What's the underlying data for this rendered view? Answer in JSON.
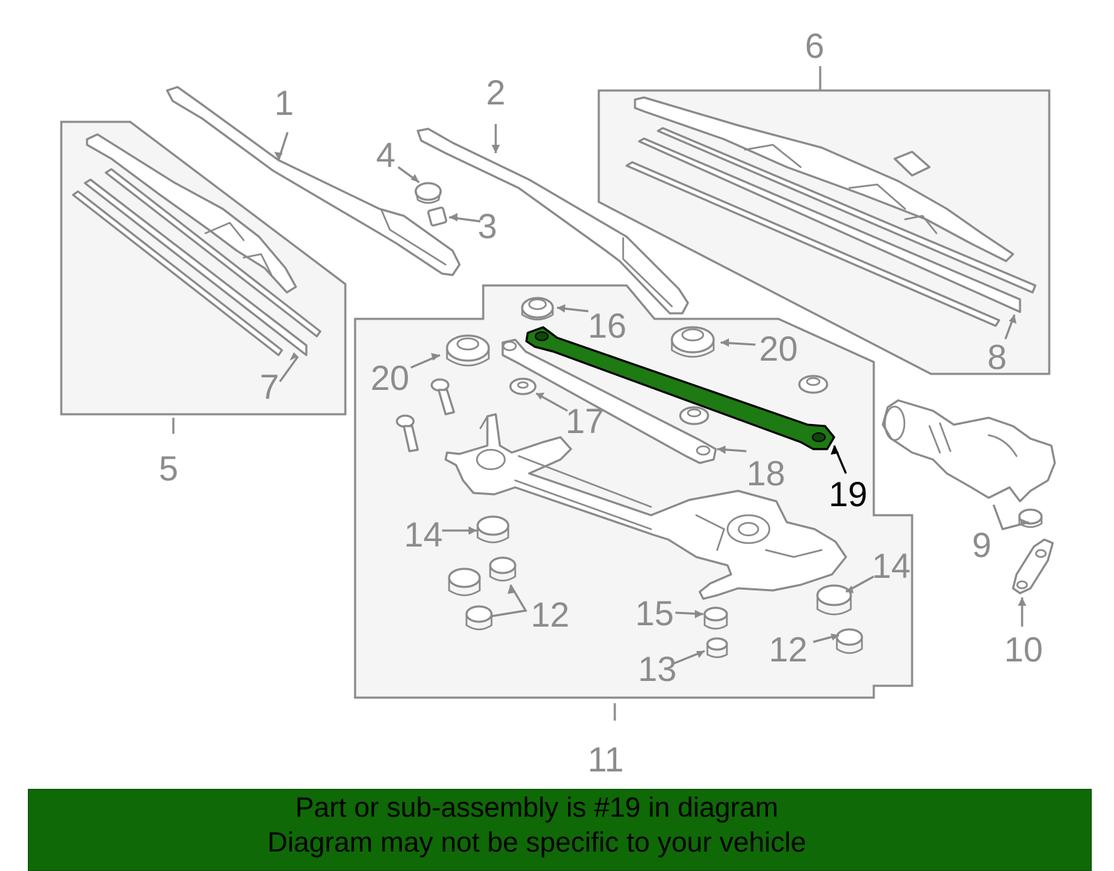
{
  "callouts": {
    "c1": "1",
    "c2": "2",
    "c3": "3",
    "c4": "4",
    "c5": "5",
    "c6": "6",
    "c7": "7",
    "c8": "8",
    "c9": "9",
    "c10": "10",
    "c11": "11",
    "c12a": "12",
    "c12b": "12",
    "c13": "13",
    "c14a": "14",
    "c14b": "14",
    "c15": "15",
    "c16": "16",
    "c17": "17",
    "c18": "18",
    "c19": "19",
    "c20a": "20",
    "c20b": "20"
  },
  "highlight": {
    "part": "19",
    "color": "#1e7a12"
  },
  "banner": {
    "line1": "Part or sub-assembly is #19 in diagram",
    "line2": "Diagram may not be specific to your vehicle",
    "color": "#0f6906"
  }
}
